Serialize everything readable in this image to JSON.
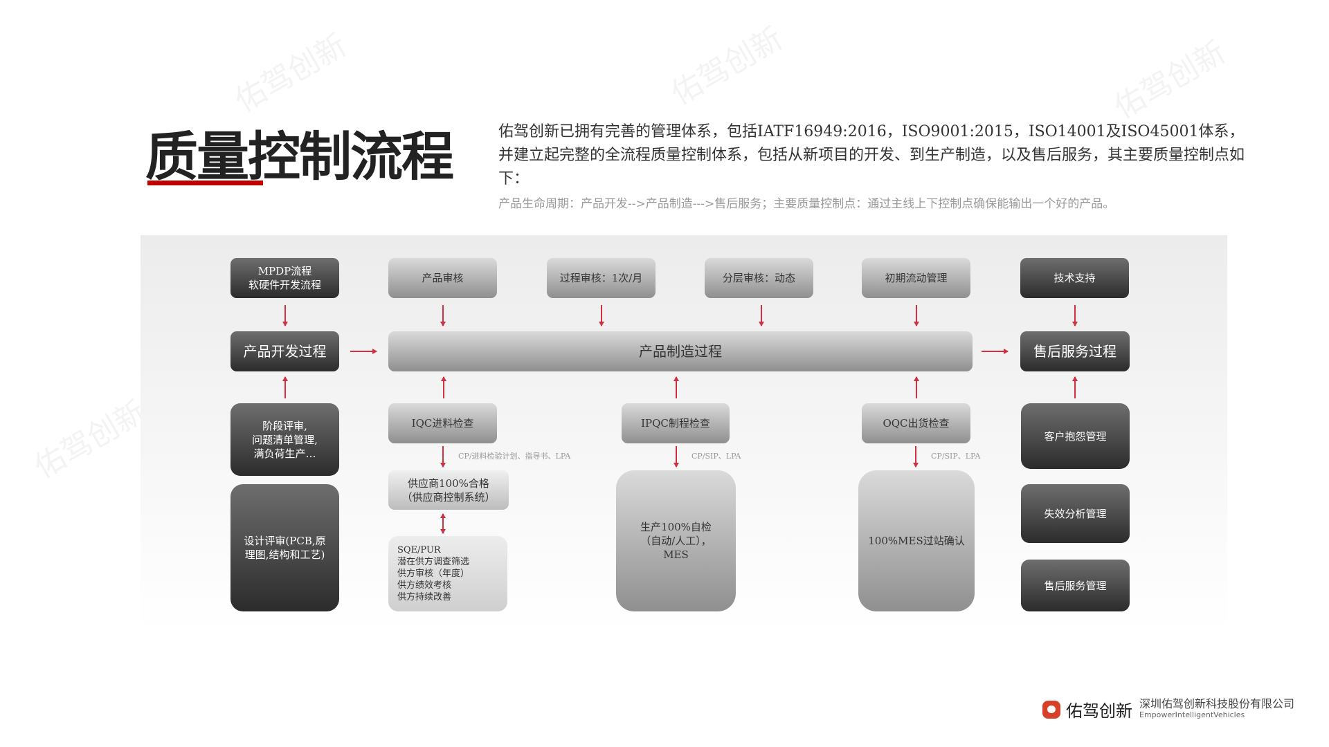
{
  "header": {
    "title": "质量控制流程",
    "intro": "佑驾创新已拥有完善的管理体系，包括IATF16949:2016，ISO9001:2015，ISO14001及ISO45001体系，并建立起完整的全流程质量控制体系，包括从新项目的开发、到生产制造，以及售后服务，其主要质量控制点如下：",
    "lifecycle": "产品生命周期：产品开发-->产品制造--->售后服务；主要质量控制点：通过主线上下控制点确保能输出一个好的产品。"
  },
  "flow": {
    "top": [
      "MPDP流程\n软硬件开发流程",
      "产品审核",
      "过程审核：1次/月",
      "分层审核：动态",
      "初期流动管理",
      "技术支持"
    ],
    "main": [
      "产品开发过程",
      "产品制造过程",
      "售后服务过程"
    ],
    "dev_below": [
      "阶段评审,\n问题清单管理,\n满负荷生产…",
      "设计评审(PCB,原理图,结构和工艺)"
    ],
    "checks": [
      "IQC进料检查",
      "IPQC制程检查",
      "OQC出货检查"
    ],
    "check_notes": [
      "CP/进料检验计划、指导书、LPA",
      "CP/SIP、LPA",
      "CP/SIP、LPA"
    ],
    "supplier": "供应商100%合格\n（供应商控制系统）",
    "sqe": "SQE/PUR\n潜在供方调查筛选\n供方审核（年度）\n供方绩效考核\n供方持续改善",
    "ipqc_result": "生产100%自检\n（自动/人工），\nMES",
    "oqc_result": "100%MES过站确认",
    "service_below": [
      "客户抱怨管理",
      "失效分析管理",
      "售后服务管理"
    ]
  },
  "footer": {
    "logo": "佑驾创新",
    "company": "深圳佑驾创新科技股份有限公司",
    "company_en": "EmpowerIntelligentVehicles"
  },
  "colors": {
    "accent": "#c00000",
    "arrow": "#d03040"
  }
}
